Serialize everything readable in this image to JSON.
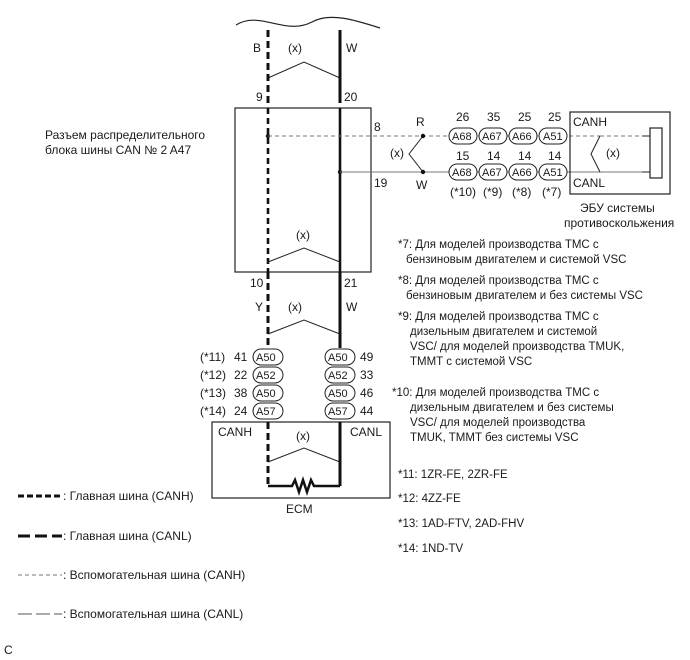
{
  "connector_label": [
    "Разъем распределительного",
    "блока шины CAN № 2 A47"
  ],
  "wire_colors": {
    "top_left": "B",
    "top_right": "W",
    "r": "R",
    "w": "W",
    "y": "Y",
    "bottom_right": "W"
  },
  "twist_marker": "(x)",
  "pins": {
    "p9": "9",
    "p20": "20",
    "p8": "8",
    "p19": "19",
    "p10": "10",
    "p21": "21"
  },
  "right_connectors": {
    "top_numbers": [
      "26",
      "35",
      "25",
      "25"
    ],
    "bottom_numbers": [
      "15",
      "14",
      "14",
      "14"
    ],
    "top_row": [
      "A68",
      "A67",
      "A66",
      "A51"
    ],
    "bottom_row": [
      "A68",
      "A67",
      "A66",
      "A51"
    ],
    "model_refs": [
      "(*10)",
      "(*9)",
      "(*8)",
      "(*7)"
    ]
  },
  "abs_ecu": {
    "canh": "CANH",
    "canl": "CANL",
    "label": [
      "ЭБУ системы",
      "противоскольжения"
    ]
  },
  "notes": [
    [
      "*7: Для моделей производства TMC с",
      "бензиновым двигателем и системой VSC"
    ],
    [
      "*8: Для моделей производства TMC с",
      "бензиновым двигателем и без системы VSC"
    ],
    [
      "*9: Для моделей производства TMC с",
      "дизельным двигателем и системой",
      "VSC/ для моделей производства TMUK,",
      "TMMT с системой VSC"
    ],
    [
      "*10: Для моделей производства TMC с",
      "дизельным двигателем и без системы",
      "VSC/ для моделей производства",
      "TMUK, TMMT без системы VSC"
    ],
    [
      "*11: 1ZR-FE, 2ZR-FE"
    ],
    [
      "*12: 4ZZ-FE"
    ],
    [
      "*13: 1AD-FTV, 2AD-FHV"
    ],
    [
      "*14: 1ND-TV"
    ]
  ],
  "ecm_connectors": {
    "left_refs": [
      "(*11)",
      "(*12)",
      "(*13)",
      "(*14)"
    ],
    "left_pins": [
      "41",
      "22",
      "38",
      "24"
    ],
    "left_conns": [
      "A50",
      "A52",
      "A50",
      "A57"
    ],
    "right_conns": [
      "A50",
      "A52",
      "A50",
      "A57"
    ],
    "right_pins": [
      "49",
      "33",
      "46",
      "44"
    ]
  },
  "ecm": {
    "canh": "CANH",
    "canl": "CANL",
    "label": "ECM"
  },
  "legend": [
    {
      "text": ": Главная шина (CANH)"
    },
    {
      "text": ": Главная шина (CANL)"
    },
    {
      "text": ": Вспомогательная шина (CANH)"
    },
    {
      "text": ": Вспомогательная шина (CANL)"
    }
  ],
  "figure_code": "C"
}
